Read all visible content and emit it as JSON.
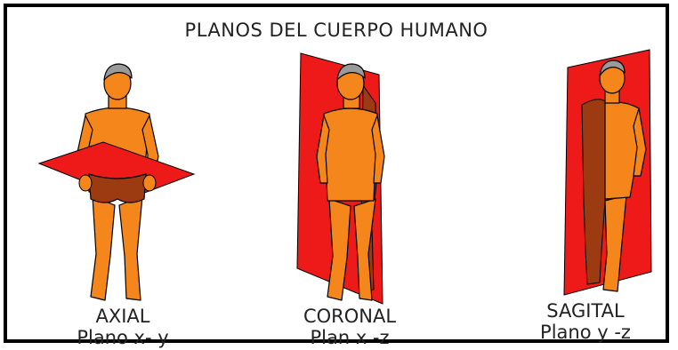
{
  "title": "PLANOS DEL CUERPO HUMANO",
  "colors": {
    "plane": "#ee1a1a",
    "body": "#f5861b",
    "shadow": "#9c3a12",
    "hair": "#9a9a9a",
    "outline": "#000000"
  },
  "planes": [
    {
      "name": "AXIAL",
      "subtitle": "Plano x- y"
    },
    {
      "name": "CORONAL",
      "subtitle": "Plan x -z"
    },
    {
      "name": "SAGITAL",
      "subtitle": "Plano y -z"
    }
  ]
}
